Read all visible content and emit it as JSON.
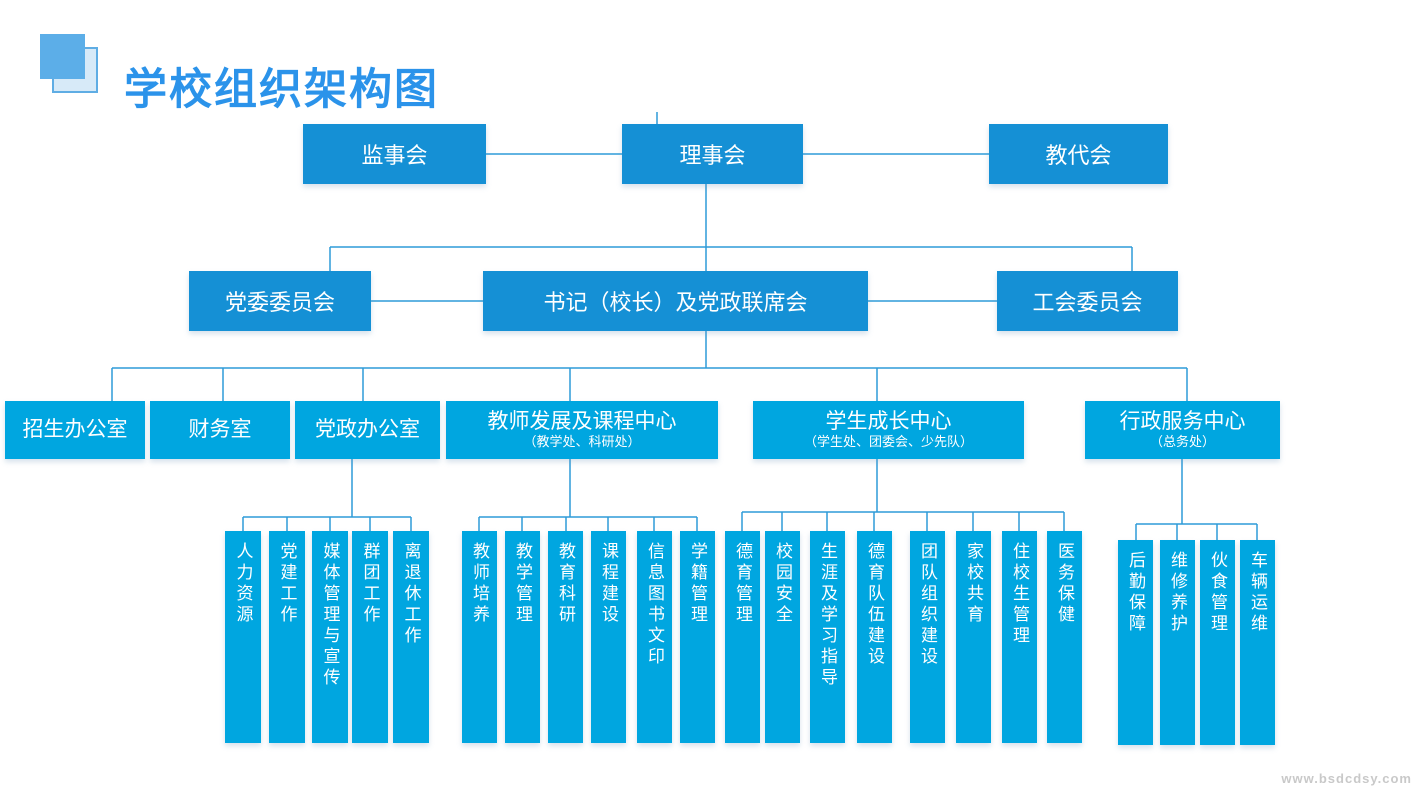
{
  "title": "学校组织架构图",
  "watermark": "www.bsdcdsy.com",
  "colors": {
    "level12_box": "#1590d5",
    "level34_box": "#00a6e0",
    "connector_line": "#2e9bd8",
    "title_text": "#2b93ea",
    "box_text": "#ffffff"
  },
  "org": {
    "row1": [
      {
        "label": "监事会"
      },
      {
        "label": "理事会"
      },
      {
        "label": "教代会"
      }
    ],
    "row2": [
      {
        "label": "党委委员会"
      },
      {
        "label": "书记（校长）及党政联席会"
      },
      {
        "label": "工会委员会"
      }
    ],
    "row3": [
      {
        "label": "招生办公室"
      },
      {
        "label": "财务室"
      },
      {
        "label": "党政办公室"
      },
      {
        "label": "教师发展及课程中心",
        "sub": "（教学处、科研处）"
      },
      {
        "label": "学生成长中心",
        "sub": "（学生处、团委会、少先队）"
      },
      {
        "label": "行政服务中心",
        "sub": "（总务处）"
      }
    ],
    "group1": [
      {
        "label": "人力资源"
      },
      {
        "label": "党建工作"
      },
      {
        "label": "媒体管理与宣传"
      },
      {
        "label": "群团工作"
      },
      {
        "label": "离退休工作"
      }
    ],
    "group2": [
      {
        "label": "教师培养"
      },
      {
        "label": "教学管理"
      },
      {
        "label": "教育科研"
      },
      {
        "label": "课程建设"
      },
      {
        "label": "信息图书文印"
      },
      {
        "label": "学籍管理"
      }
    ],
    "group3": [
      {
        "label": "德育管理"
      },
      {
        "label": "校园安全"
      },
      {
        "label": "生涯及学习指导"
      },
      {
        "label": "德育队伍建设"
      },
      {
        "label": "团队组织建设"
      },
      {
        "label": "家校共育"
      },
      {
        "label": "住校生管理"
      },
      {
        "label": "医务保健"
      }
    ],
    "group4": [
      {
        "label": "后勤保障"
      },
      {
        "label": "维修养护"
      },
      {
        "label": "伙食管理"
      },
      {
        "label": "车辆运维"
      }
    ]
  }
}
